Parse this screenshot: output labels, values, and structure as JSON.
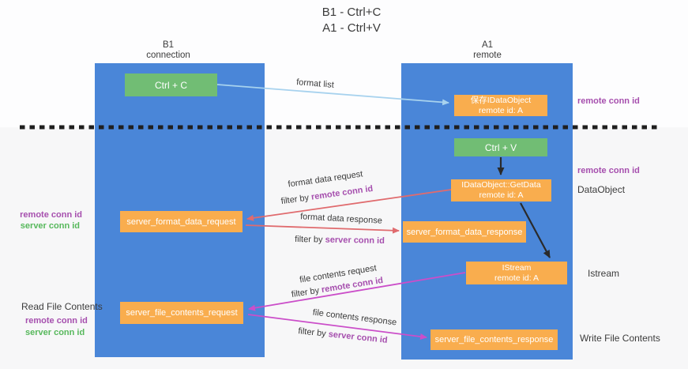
{
  "title": {
    "line1": "B1 - Ctrl+C",
    "line2": "A1 - Ctrl+V"
  },
  "lifelines": {
    "b1": {
      "name": "B1",
      "role": "connection"
    },
    "a1": {
      "name": "A1",
      "role": "remote"
    }
  },
  "nodes": {
    "ctrl_c": {
      "label": "Ctrl + C"
    },
    "ctrl_v": {
      "label": "Ctrl + V"
    },
    "save_dataobject": {
      "line1": "保存IDataObject",
      "line2": "remote id: A"
    },
    "getdata": {
      "line1": "IDataObject::GetData",
      "line2": "remote id: A"
    },
    "istream": {
      "line1": "IStream",
      "line2": "remote id: A"
    },
    "format_request": {
      "label": "server_format_data_request"
    },
    "format_response": {
      "label": "server_format_data_response"
    },
    "file_request": {
      "label": "server_file_contents_request"
    },
    "file_response": {
      "label": "server_file_contents_response"
    }
  },
  "messages": {
    "format_list": {
      "label": "format list"
    },
    "format_data_request": {
      "label": "format data request",
      "filter_prefix": "filter by ",
      "filter_id": "remote conn id"
    },
    "format_data_response": {
      "label": "format data response",
      "filter_prefix": "filter by ",
      "filter_id": "server conn id"
    },
    "file_contents_request": {
      "label": "file contents request",
      "filter_prefix": "filter by ",
      "filter_id": "remote conn id"
    },
    "file_contents_response": {
      "label": "file contents response",
      "filter_prefix": "filter by ",
      "filter_id": "server conn id"
    }
  },
  "annotations": {
    "right_remote_conn_id_top": "remote conn id",
    "right_remote_conn_id_mid": "remote conn id",
    "right_dataobject": "DataObject",
    "right_istream": "Istream",
    "right_write_file_contents": "Write File Contents",
    "left_remote_conn_id_mid": "remote conn id",
    "left_server_conn_id_mid": "server conn id",
    "left_read_file_contents": "Read File Contents",
    "left_remote_conn_id_bottom": "remote conn id",
    "left_server_conn_id_bottom": "server conn id"
  },
  "colors": {
    "lifeline_blue": "#4a86d8",
    "action_green": "#71bd74",
    "message_orange": "#f9ad4e",
    "arrow_light_blue": "#a7d2ee",
    "arrow_salmon": "#e06b6e",
    "arrow_magenta": "#cb4ec9",
    "id_purple": "#a64fae",
    "id_green": "#57b85c",
    "text_dark": "#3c3c3c"
  }
}
